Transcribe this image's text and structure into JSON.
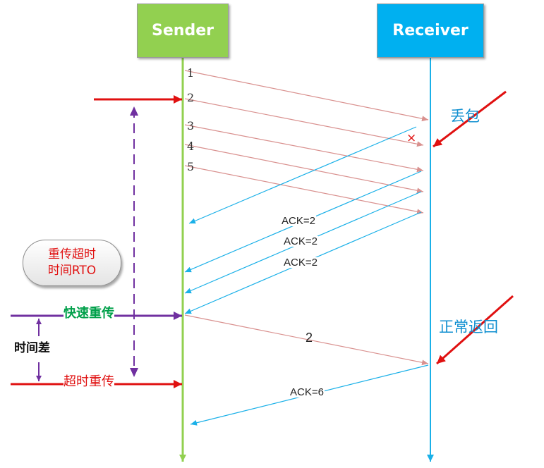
{
  "sender": {
    "label": "Sender",
    "color": "#92d050"
  },
  "receiver": {
    "label": "Receiver",
    "color": "#00b0f0"
  },
  "packets": [
    "1",
    "2",
    "3",
    "4",
    "5"
  ],
  "acks": [
    "ACK=2",
    "ACK=2",
    "ACK=2",
    "ACK=6"
  ],
  "retransmit_label": "2",
  "lost_marker": "×",
  "annotations": {
    "packet_loss": "丢包",
    "normal_return": "正常返回",
    "timeout_rto_line1": "重传超时",
    "timeout_rto_line2": "时间RTO",
    "fast_retransmit": "快速重传",
    "time_difference": "时间差",
    "timeout_retransmit": "超时重传"
  },
  "colors": {
    "data_arrow": "#d9918f",
    "ack_arrow": "#1ab0e8",
    "red_arrow": "#e01010",
    "purple": "#7030a0"
  }
}
